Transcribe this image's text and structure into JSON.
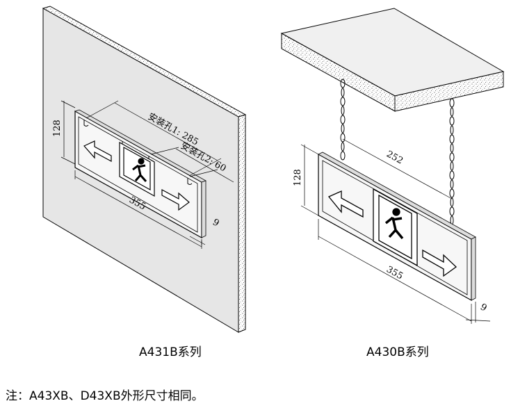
{
  "left_diagram": {
    "caption": "A431B系列",
    "dims": {
      "height": "128",
      "width": "355",
      "hole1": "安装孔1: 285",
      "hole2": "安装孔2: 60",
      "depth": "9"
    }
  },
  "right_diagram": {
    "caption": "A430B系列",
    "dims": {
      "height": "128",
      "spacing": "252",
      "width": "355",
      "depth": "9"
    }
  },
  "note": "注：A43XB、D43XB外形尺寸相同。",
  "colors": {
    "line": "#000000",
    "wall": "#e6e6e6",
    "wall_edge": "#c8c8c8",
    "panel_inner": "#f2f2f2"
  }
}
